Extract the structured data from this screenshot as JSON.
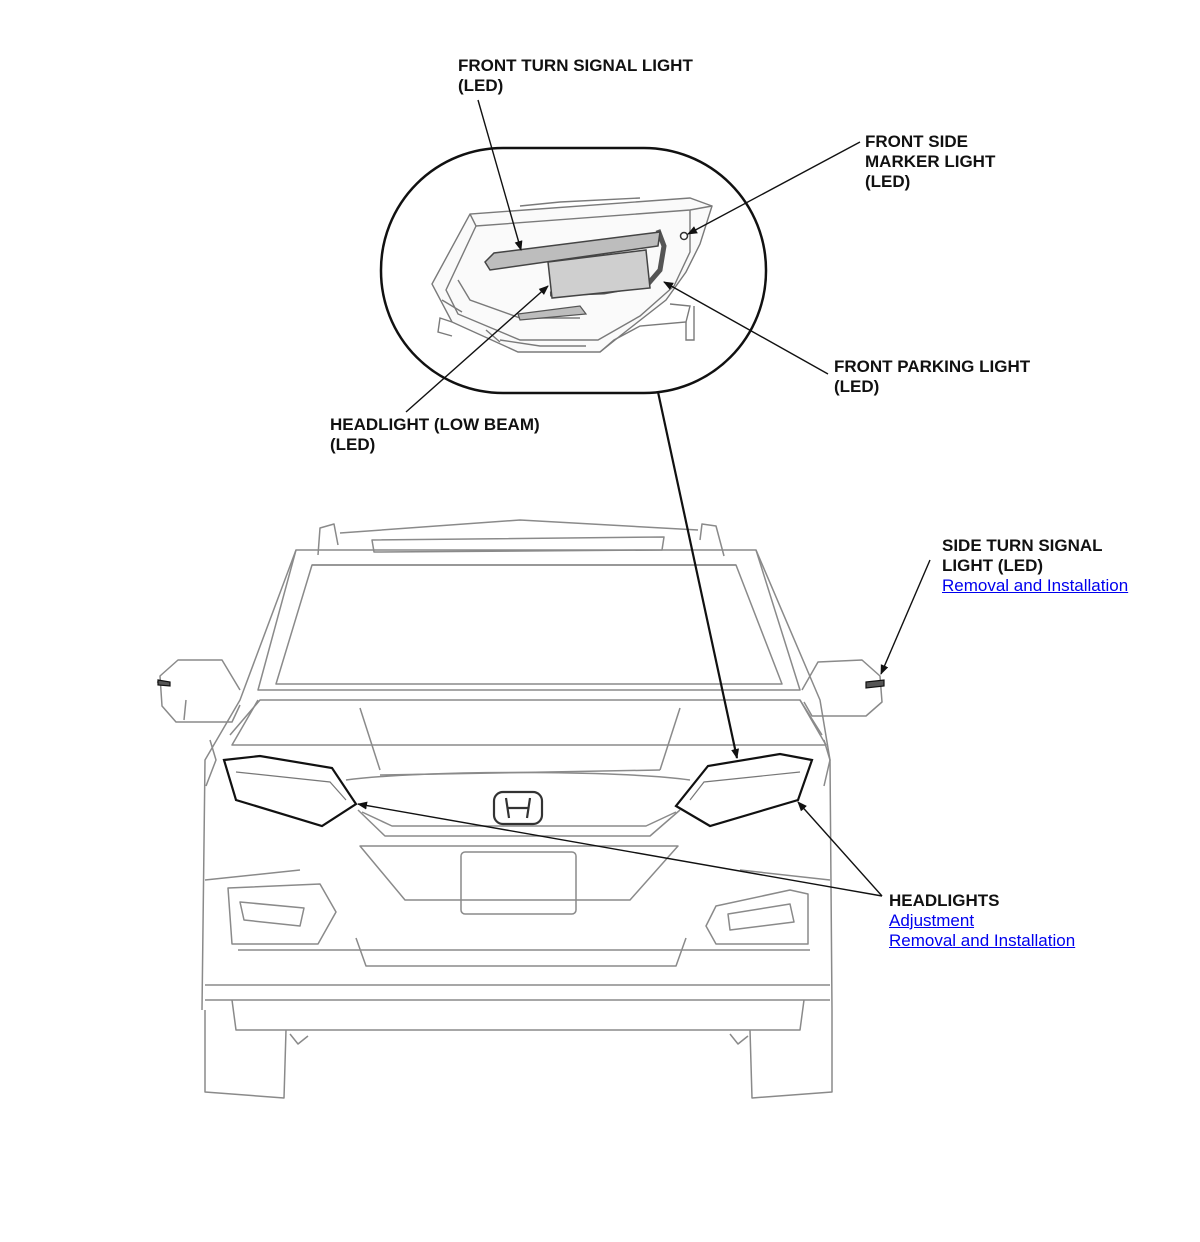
{
  "callouts": {
    "front_turn_signal": {
      "line1": "FRONT TURN SIGNAL LIGHT",
      "line2": "(LED)"
    },
    "front_side_marker": {
      "line1": "FRONT SIDE",
      "line2": "MARKER LIGHT",
      "line3": "(LED)"
    },
    "front_parking": {
      "line1": "FRONT PARKING LIGHT",
      "line2": "(LED)"
    },
    "headlight_low_beam": {
      "line1": "HEADLIGHT (LOW BEAM)",
      "line2": "(LED)"
    },
    "side_turn_signal": {
      "line1": "SIDE TURN SIGNAL",
      "line2": "LIGHT (LED)",
      "link": "Removal and Installation"
    },
    "headlights": {
      "line1": "HEADLIGHTS",
      "link_adjustment": "Adjustment",
      "link_removal": "Removal and Installation"
    }
  },
  "colors": {
    "line": "#111111",
    "outline": "#8a8a8a",
    "link": "#0000ee",
    "lens_fill": "#c8c8c8"
  }
}
